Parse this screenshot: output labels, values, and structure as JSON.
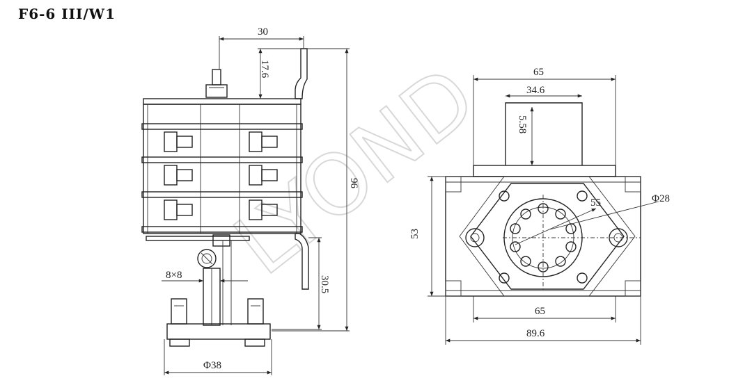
{
  "title": "F6-6 III/W1",
  "watermark": "LYOND",
  "side_view": {
    "dim_top_width": "30",
    "dim_top_height": "17.6",
    "dim_total_height": "96",
    "dim_shaft": "8×8",
    "dim_lower": "30.5",
    "dim_base": "Φ38"
  },
  "front_view": {
    "dim_top_outer": "65",
    "dim_top_inner": "34.6",
    "dim_slot": "5.58",
    "dim_circle": "55",
    "dim_hole": "Φ28",
    "dim_height": "53",
    "dim_bottom_inner": "65",
    "dim_bottom_outer": "89.6"
  },
  "colors": {
    "line": "#222222",
    "watermark": "#d8d8d8"
  }
}
